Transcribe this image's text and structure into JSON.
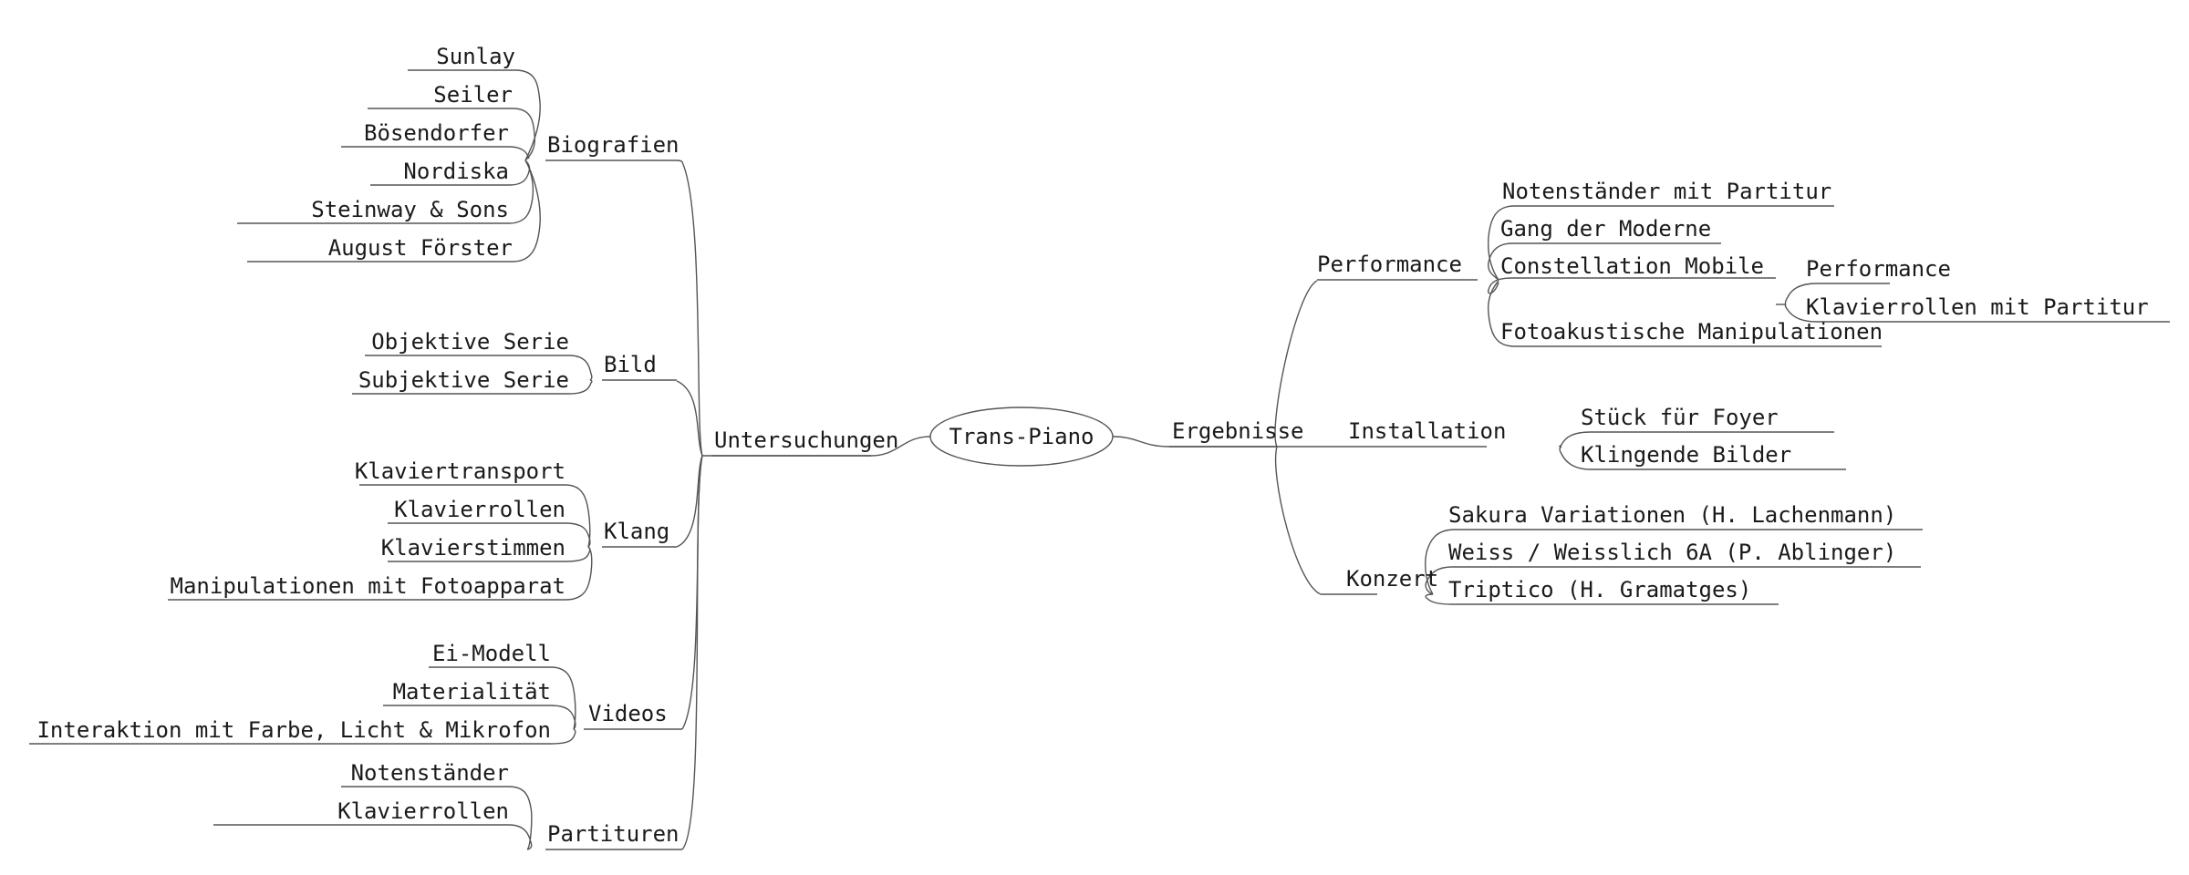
{
  "diagram": {
    "type": "mind-map",
    "title": "Trans-Piano",
    "root": {
      "label": "Trans-Piano",
      "shape": "ellipse"
    },
    "line_color": "#555555",
    "text_color": "#1a1a1a",
    "background": "#ffffff"
  },
  "left_branch": {
    "label": "Untersuchungen",
    "children": [
      {
        "label": "Biografien",
        "leaves": [
          "Sunlay",
          "Seiler",
          "Bösendorfer",
          "Nordiska",
          "Steinway & Sons",
          "August Förster"
        ]
      },
      {
        "label": "Bild",
        "leaves": [
          "Objektive Serie",
          "Subjektive Serie"
        ]
      },
      {
        "label": "Klang",
        "leaves": [
          "Klaviertransport",
          "Klavierrollen",
          "Klavierstimmen",
          "Manipulationen mit Fotoapparat"
        ]
      },
      {
        "label": "Videos",
        "leaves": [
          "Ei-Modell",
          "Materialität",
          "Interaktion mit Farbe, Licht & Mikrofon"
        ]
      },
      {
        "label": "Partituren",
        "leaves": [
          "Notenständer",
          "Klavierrollen"
        ]
      }
    ]
  },
  "right_branch": {
    "label": "Ergebnisse",
    "children": [
      {
        "label": "Performance",
        "leaves": [
          "Notenständer mit Partitur",
          "Gang der Moderne",
          "Constellation Mobile",
          "Fotoakustische Manipulationen"
        ],
        "sub": {
          "parent": "Constellation Mobile",
          "leaves": [
            "Performance",
            "Klavierrollen mit Partitur"
          ]
        }
      },
      {
        "label": "Installation",
        "leaves": [
          "Stück für Foyer",
          "Klingende Bilder"
        ]
      },
      {
        "label": "Konzert",
        "leaves": [
          "Sakura Variationen (H. Lachenmann)",
          "Weiss / Weisslich 6A (P. Ablinger)",
          "Triptico (H. Gramatges)"
        ]
      }
    ]
  }
}
